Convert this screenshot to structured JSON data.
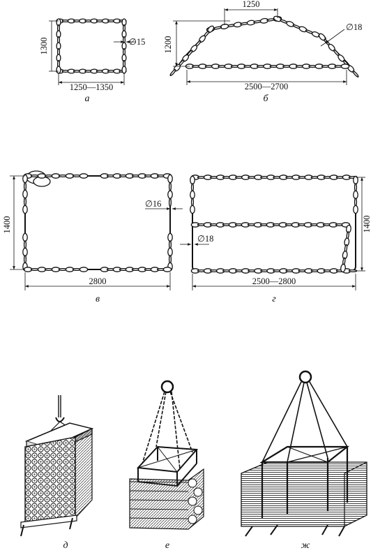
{
  "figures": {
    "a": {
      "caption": "а",
      "height": "1300",
      "width": "1250—1350",
      "diameter": "∅15"
    },
    "b": {
      "caption": "б",
      "top_width": "1250",
      "height": "1200",
      "bottom_width": "2500—2700",
      "diameter": "∅18"
    },
    "v": {
      "caption": "в",
      "height": "1400",
      "width": "2800",
      "diameter": "∅16"
    },
    "g": {
      "caption": "г",
      "height": "1400",
      "width": "2500—2800",
      "diameter": "∅18"
    },
    "d": {
      "caption": "д"
    },
    "e": {
      "caption": "е"
    },
    "zh": {
      "caption": "ж"
    }
  }
}
